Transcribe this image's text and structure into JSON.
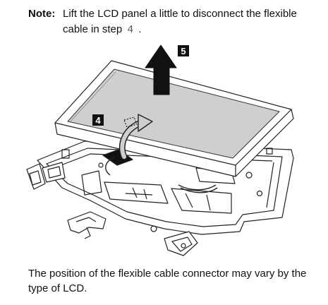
{
  "note": {
    "label": "Note:",
    "text_before": "Lift the LCD panel a little to disconnect the flexible cable in step",
    "step_ref": "4",
    "text_after": "."
  },
  "figure": {
    "badges": [
      {
        "label": "4"
      },
      {
        "label": "5"
      }
    ]
  },
  "caption": {
    "text": "The position of the flexible cable connector may vary by the type of LCD."
  }
}
